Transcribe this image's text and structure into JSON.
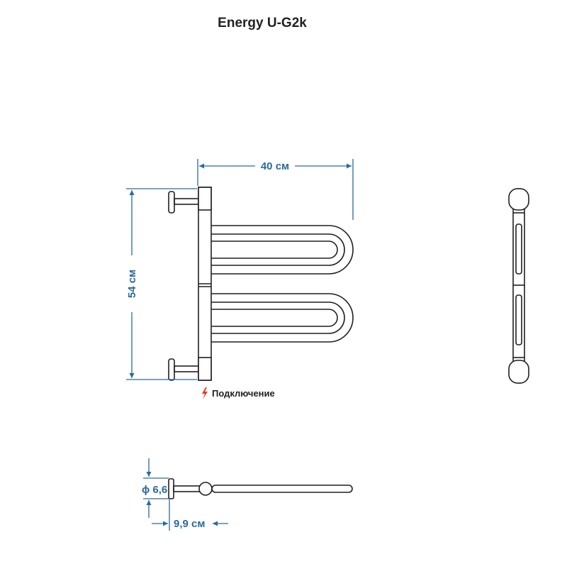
{
  "title": "Energy U-G2k",
  "colors": {
    "outline": "#231f20",
    "dimension": "#2b6a9a",
    "connection": "#e03a26"
  },
  "dimensions": {
    "width": "40 см",
    "height": "54 см",
    "diameter": "ϕ 6,6",
    "offset": "9,9 см"
  },
  "connection": {
    "icon": "lightning-icon",
    "label": "Подключение"
  }
}
